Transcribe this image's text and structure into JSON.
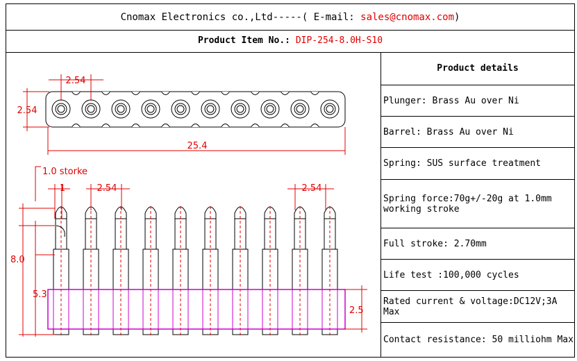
{
  "header": {
    "company": "Cnomax Electronics co.,Ltd-----( E-mail: ",
    "email": "sales@cnomax.com",
    "close": ")"
  },
  "product": {
    "label": "Product Item No.: ",
    "item_no": "DIP-254-8.0H-S10"
  },
  "drawing": {
    "pitch_top": "2.54",
    "height_top": "2.54",
    "total_length": "25.4",
    "stroke_note": "1.0 storke",
    "dim_1": "1",
    "pitch_left": "2.54",
    "pitch_right": "2.54",
    "height_total": "8.0",
    "height_body": "5.3",
    "height_base": "2.5"
  },
  "details": {
    "title": "Product details",
    "items": [
      "Plunger: Brass Au over Ni",
      "Barrel: Brass Au over Ni",
      "Spring: SUS surface treatment",
      "Spring force:70g+/-20g at 1.0mm working stroke",
      "Full stroke: 2.70mm",
      "Life test :100,000 cycles",
      "Rated current & voltage:DC12V;3A Max",
      "Contact resistance: 50 milliohm Max"
    ]
  },
  "colors": {
    "accent_red": "#e00000",
    "housing_magenta": "#cc00cc",
    "dim_red": "#e00000"
  }
}
